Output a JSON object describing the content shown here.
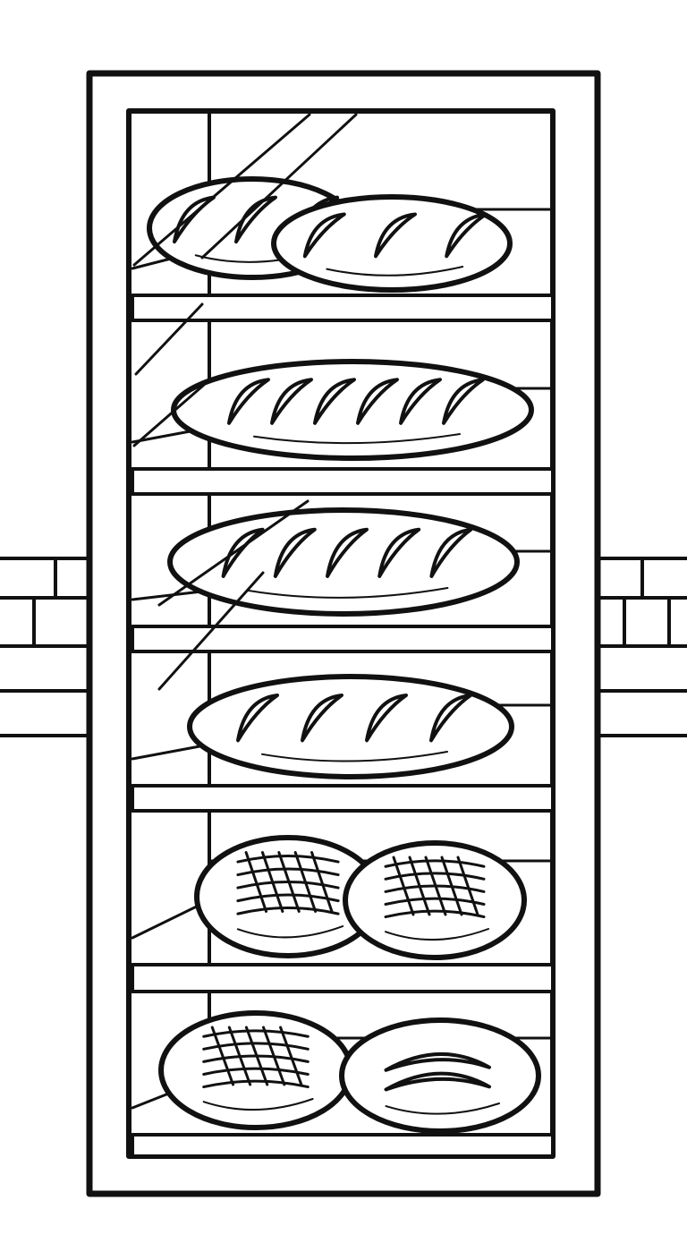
{
  "scene": {
    "subject": "bread-display-case-coloring-page",
    "ink_color": "#111111",
    "paper_color": "#ffffff"
  },
  "shelves": [
    {
      "id": "shelf-1",
      "loaves": [
        {
          "kind": "oval-bread",
          "scores": 3
        },
        {
          "kind": "oval-bread",
          "scores": 3
        }
      ]
    },
    {
      "id": "shelf-2",
      "loaves": [
        {
          "kind": "baguette",
          "scores": 6
        }
      ]
    },
    {
      "id": "shelf-3",
      "loaves": [
        {
          "kind": "baguette",
          "scores": 5
        }
      ]
    },
    {
      "id": "shelf-4",
      "loaves": [
        {
          "kind": "bread-loaf",
          "scores": 4
        }
      ]
    },
    {
      "id": "shelf-5",
      "loaves": [
        {
          "kind": "crosshatch-boule",
          "scores": 0
        },
        {
          "kind": "crosshatch-boule",
          "scores": 0
        }
      ]
    },
    {
      "id": "shelf-6",
      "loaves": [
        {
          "kind": "crosshatch-boule",
          "scores": 0
        },
        {
          "kind": "scored-boule",
          "scores": 2
        }
      ]
    }
  ]
}
